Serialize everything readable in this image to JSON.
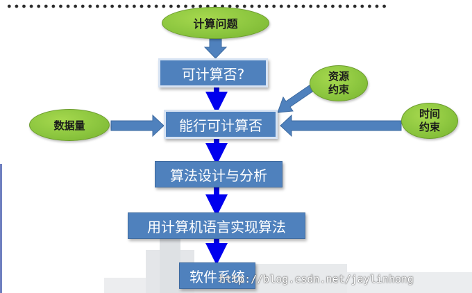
{
  "nodes": {
    "problem": "计算问题",
    "computable": "可计算否?",
    "feasible": "能行可计算否",
    "resources": [
      "资源",
      "约束"
    ],
    "data_volume": "数据量",
    "time": [
      "时间",
      "约束"
    ],
    "algorithm": "算法设计与分析",
    "implement": "用计算机语言实现算法",
    "software": "软件系统"
  },
  "watermark": "http://blog.csdn.net/jaylinhong",
  "colors": {
    "ellipse_fill": "#8cc63f",
    "box_fill": "#4f81bd",
    "flow_arrow": "#0000ee",
    "side_arrow": "#4f81bd"
  }
}
